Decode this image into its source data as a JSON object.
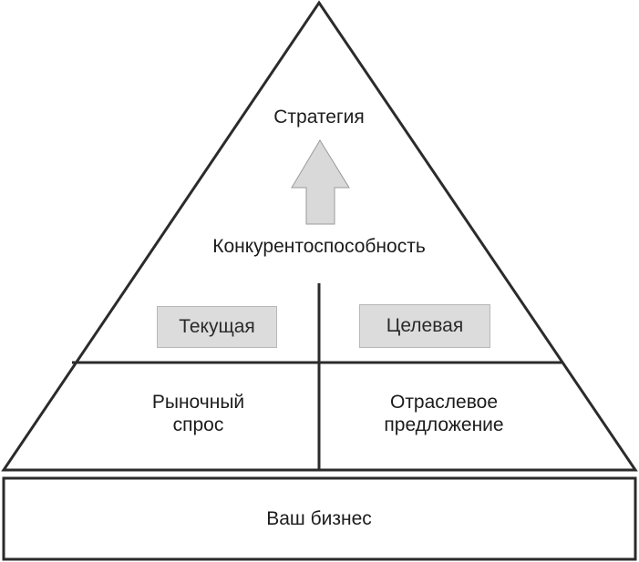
{
  "diagram": {
    "strategy": "Стратегия",
    "competitiveness": "Конкурентоспособность",
    "current": "Текущая",
    "target": "Целевая",
    "market_demand": "Рыночный\nспрос",
    "industry_supply": "Отраслевое\nпредложение",
    "your_business": "Ваш бизнес"
  },
  "colors": {
    "stroke": "#2b2b2b",
    "box_fill": "#dcdcdc",
    "arrow_fill": "#d9d9d9"
  }
}
